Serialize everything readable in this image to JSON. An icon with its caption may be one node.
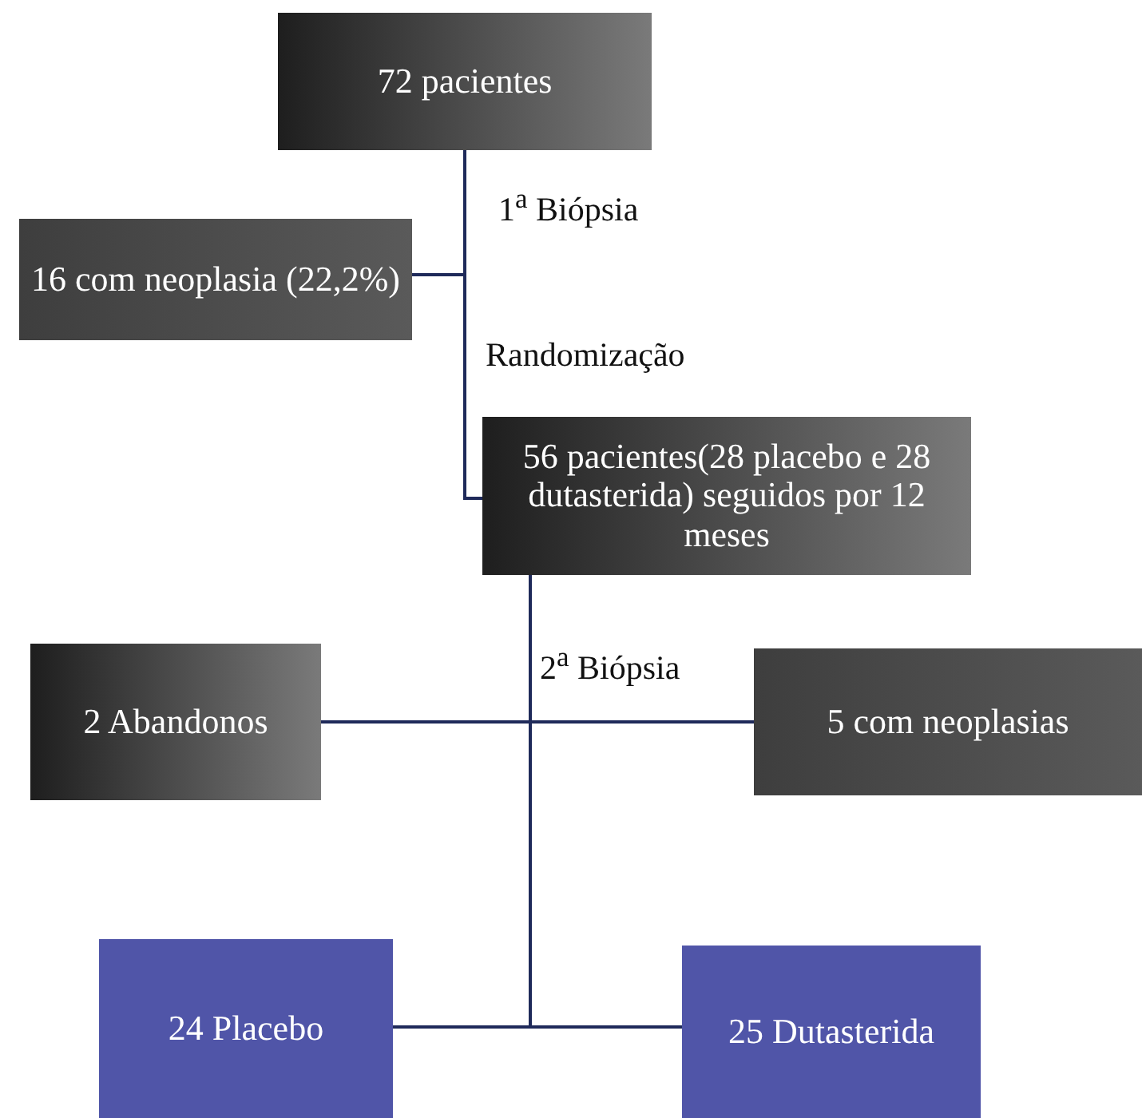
{
  "diagram": {
    "nodes": [
      {
        "text": [
          "72 pacientes"
        ]
      },
      {
        "text": [
          "16 com neoplasia (22,2%)"
        ]
      },
      {
        "text": [
          "56 pacientes(28 placebo e 28 dutasterida) seguidos por 12 meses"
        ]
      },
      {
        "text": [
          "2 Abandonos"
        ]
      },
      {
        "text": [
          "5 com neoplasias"
        ]
      },
      {
        "text": [
          "24 Placebo"
        ]
      },
      {
        "text": [
          "25 Dutasterida"
        ]
      }
    ],
    "edges": [
      {
        "from": 0,
        "to": 1,
        "arrow": "none"
      },
      {
        "from": 0,
        "to": 2,
        "arrow": "none"
      },
      {
        "from": 2,
        "to": 3,
        "arrow": "none"
      },
      {
        "from": 2,
        "to": 4,
        "arrow": "none"
      },
      {
        "from": 2,
        "to": 5,
        "arrow": "none"
      },
      {
        "from": 2,
        "to": 6,
        "arrow": "none"
      }
    ],
    "labels": [
      "1$^{a}$ Biópsia",
      "Randomização",
      "2$^{a}$ Biópsia"
    ]
  }
}
